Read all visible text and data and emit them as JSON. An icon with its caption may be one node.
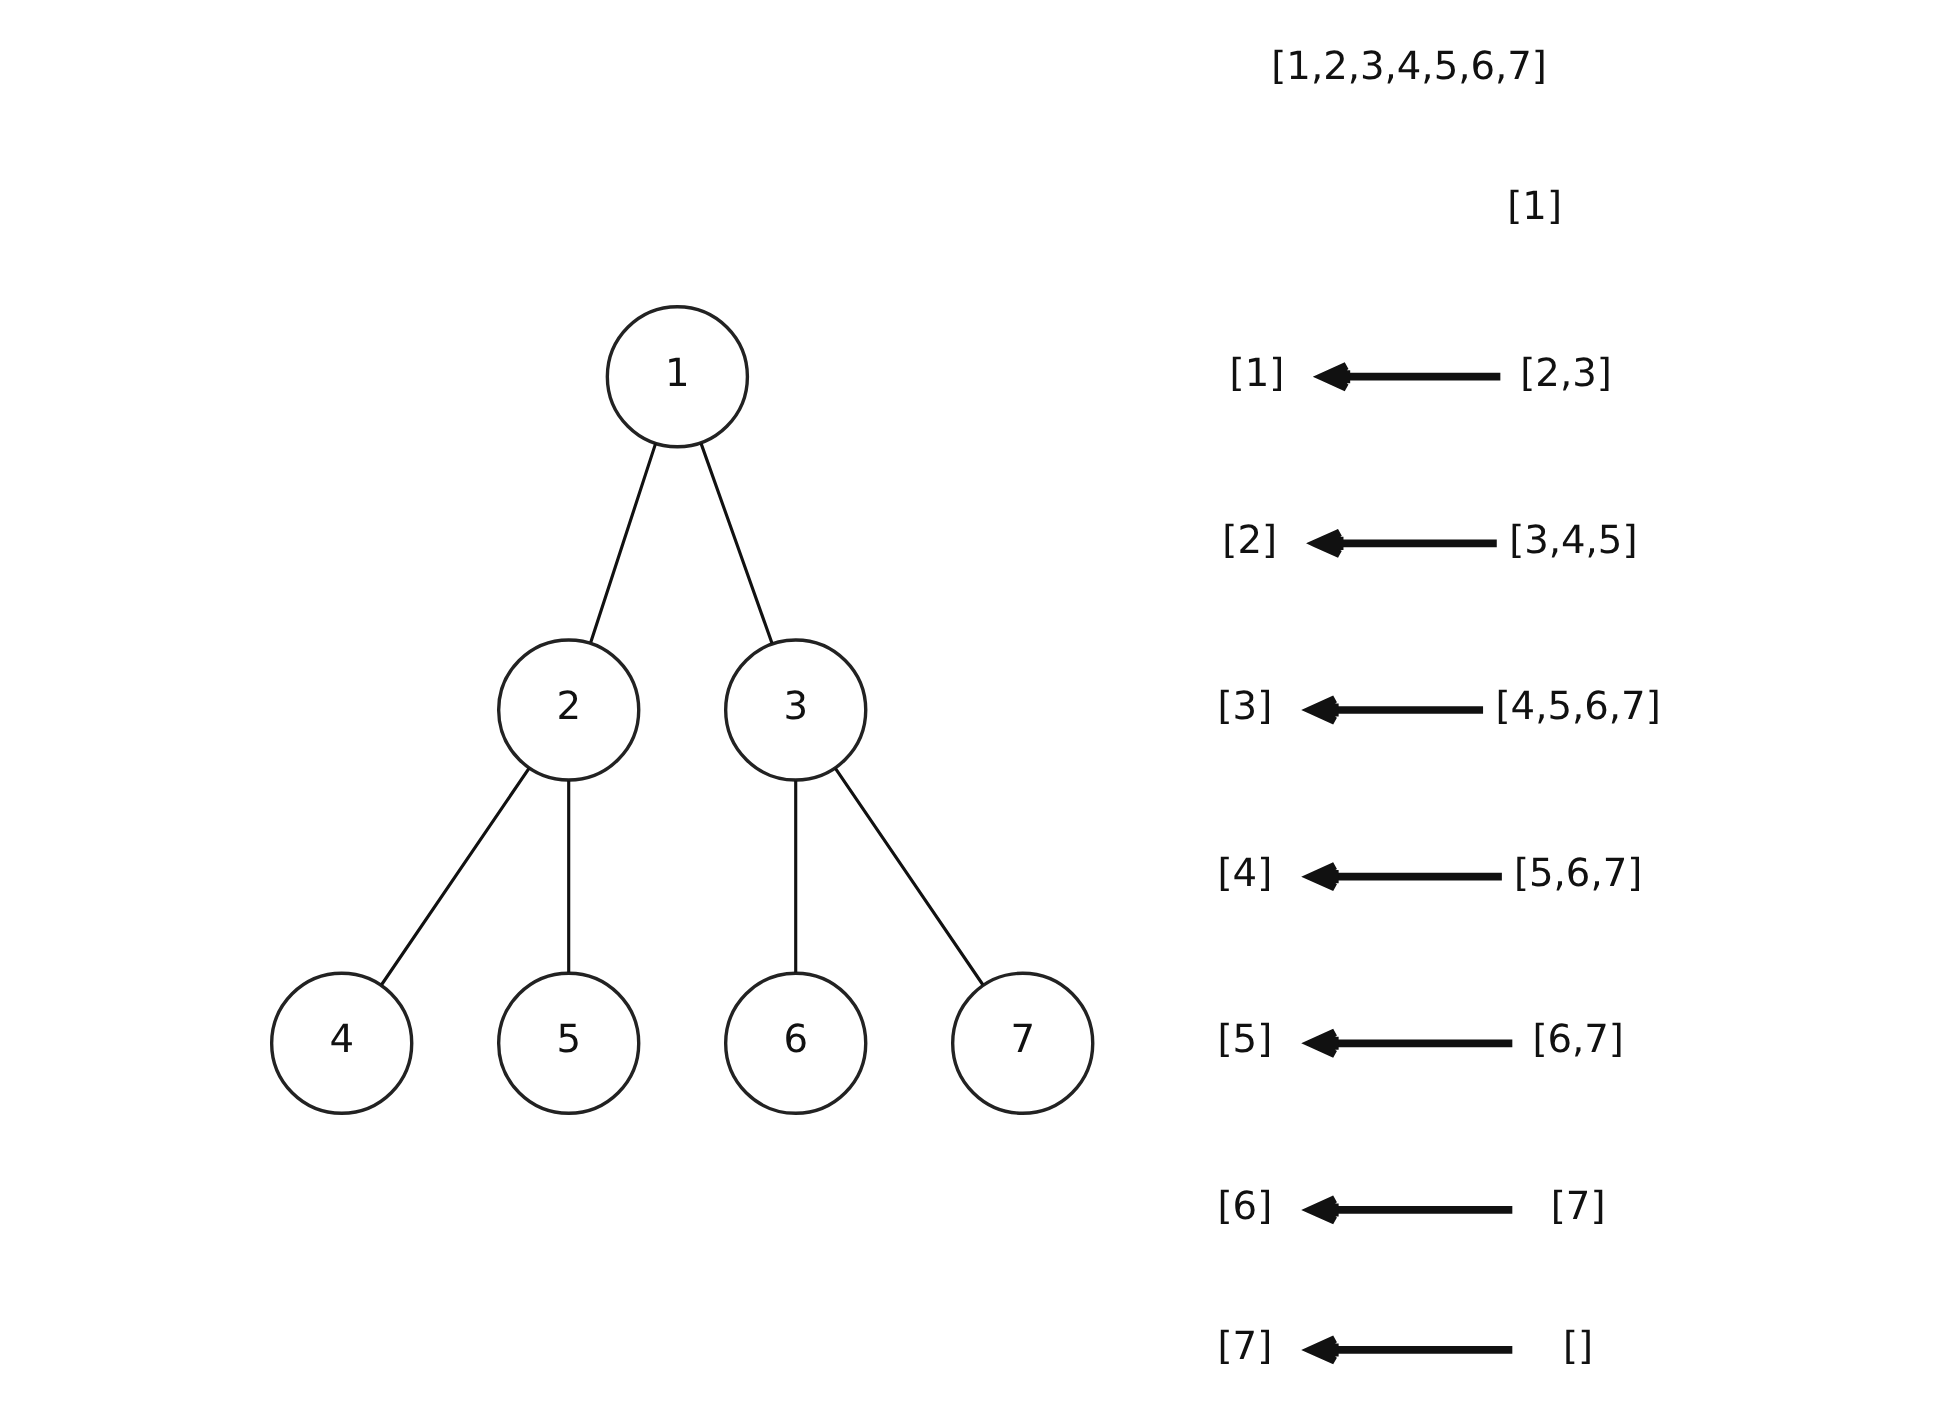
{
  "diagram": {
    "nodes": [
      {
        "text": [
          "1"
        ]
      },
      {
        "text": [
          "2"
        ]
      },
      {
        "text": [
          "3"
        ]
      },
      {
        "text": [
          "4"
        ]
      },
      {
        "text": [
          "5"
        ]
      },
      {
        "text": [
          "6"
        ]
      },
      {
        "text": [
          "7"
        ]
      },
      {
        "text": [
          "[1]"
        ]
      },
      {
        "text": [
          "[2,3]"
        ]
      },
      {
        "text": [
          "[2]"
        ]
      },
      {
        "text": [
          "[3,4,5]"
        ]
      },
      {
        "text": [
          "[3]"
        ]
      },
      {
        "text": [
          "[4,5,6,7]"
        ]
      },
      {
        "text": [
          "[4]"
        ]
      },
      {
        "text": [
          "[5,6,7]"
        ]
      },
      {
        "text": [
          "[5]"
        ]
      },
      {
        "text": [
          "[6,7]"
        ]
      },
      {
        "text": [
          "[6]"
        ]
      },
      {
        "text": [
          "[7]"
        ]
      },
      {
        "text": [
          "[7]"
        ]
      },
      {
        "text": [
          "[]"
        ]
      }
    ],
    "edges": [
      {
        "from": 0,
        "to": 1,
        "arrow": "none"
      },
      {
        "from": 0,
        "to": 2,
        "arrow": "none"
      },
      {
        "from": 1,
        "to": 3,
        "arrow": "none"
      },
      {
        "from": 1,
        "to": 4,
        "arrow": "none"
      },
      {
        "from": 2,
        "to": 5,
        "arrow": "none"
      },
      {
        "from": 2,
        "to": 6,
        "arrow": "none"
      },
      {
        "from": 8,
        "to": 7,
        "arrow": "to"
      },
      {
        "from": 10,
        "to": 9,
        "arrow": "to"
      },
      {
        "from": 12,
        "to": 11,
        "arrow": "to"
      },
      {
        "from": 14,
        "to": 13,
        "arrow": "to"
      },
      {
        "from": 16,
        "to": 15,
        "arrow": "to"
      },
      {
        "from": 18,
        "to": 17,
        "arrow": "to"
      },
      {
        "from": 20,
        "to": 19,
        "arrow": "to"
      }
    ],
    "labels": [
      "[1,2,3,4,5,6,7]",
      "[1]"
    ]
  }
}
